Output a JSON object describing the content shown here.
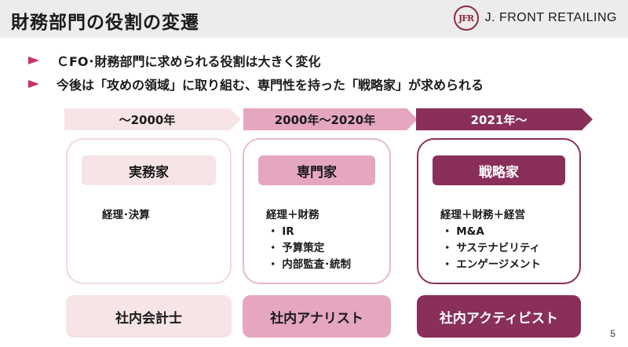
{
  "header": {
    "title": "財務部門の役割の変遷",
    "logo_mark": "JFR",
    "logo_text": "J. FRONT RETAILING"
  },
  "bullets": [
    "ＣFO･財務部門に求められる役割は大きく変化",
    "今後は「攻めの領域」に取り組む、専門性を持った「戦略家」が求められる"
  ],
  "eras": [
    "～2000年",
    "2000年～2020年",
    "2021年～"
  ],
  "cards": [
    {
      "role": "実務家",
      "lead": "経理･決算",
      "items": []
    },
    {
      "role": "専門家",
      "lead": "経理＋財務",
      "items": [
        "・ IR",
        "・ 予算策定",
        "・ 内部監査･統制"
      ]
    },
    {
      "role": "戦略家",
      "lead": "経理＋財務＋経営",
      "items": [
        "・ M&A",
        "・ サステナビリティ",
        "・ エンゲージメント"
      ]
    }
  ],
  "outcomes": [
    "社内会計士",
    "社内アナリスト",
    "社内アクティビスト"
  ],
  "page_number": "5",
  "colors": {
    "accent": "#c8306a",
    "light_pink": "#f6e4e6",
    "mid_pink": "#e5a6c0",
    "dark_plum": "#8a2e5a"
  }
}
